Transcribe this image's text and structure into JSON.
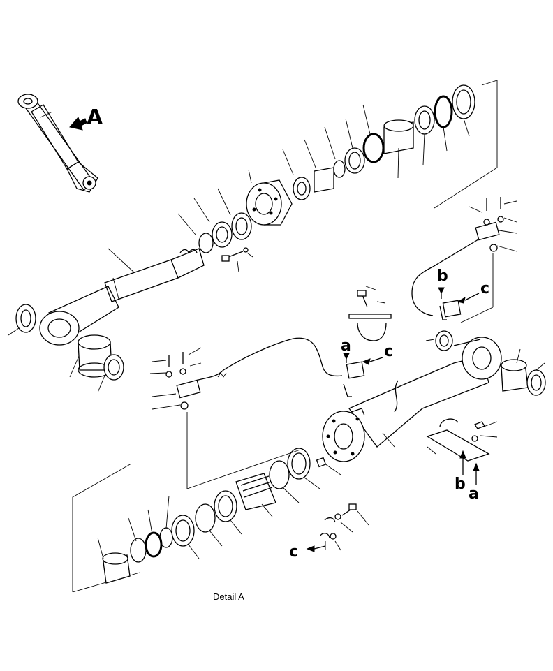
{
  "view_label": "A",
  "caption": "Detail A",
  "callouts": {
    "a_upper": "a",
    "b_upper": "b",
    "c_upper_left": "c",
    "c_upper_right": "c",
    "b_lower": "b",
    "a_lower": "a",
    "c_lower": "c"
  }
}
